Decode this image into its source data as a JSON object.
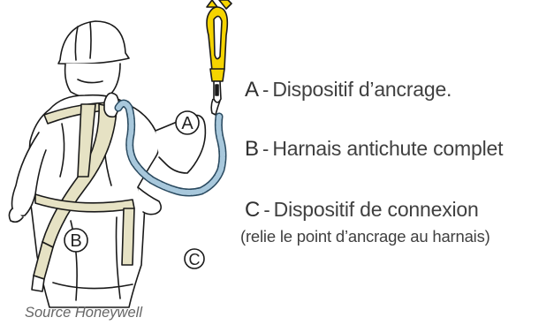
{
  "legend": {
    "a": {
      "letter": "A",
      "sep": "-",
      "text": "Dispositif d’ancrage."
    },
    "b": {
      "letter": "B",
      "sep": "-",
      "text": "Harnais antichute complet"
    },
    "c": {
      "letter": "C",
      "sep": "-",
      "text": "Dispositif de connexion",
      "note": "(relie le point d’ancrage au harnais)"
    }
  },
  "markers": {
    "a": "A",
    "b": "B",
    "c": "C"
  },
  "source": "Source Honeywell",
  "colors": {
    "lanyard": "#a8c8dc",
    "lanyard_outline": "#2a4a60",
    "anchor_strap": "#f5d400",
    "harness_webbing": "#e6e2c4",
    "ink": "#1a1a1a"
  }
}
